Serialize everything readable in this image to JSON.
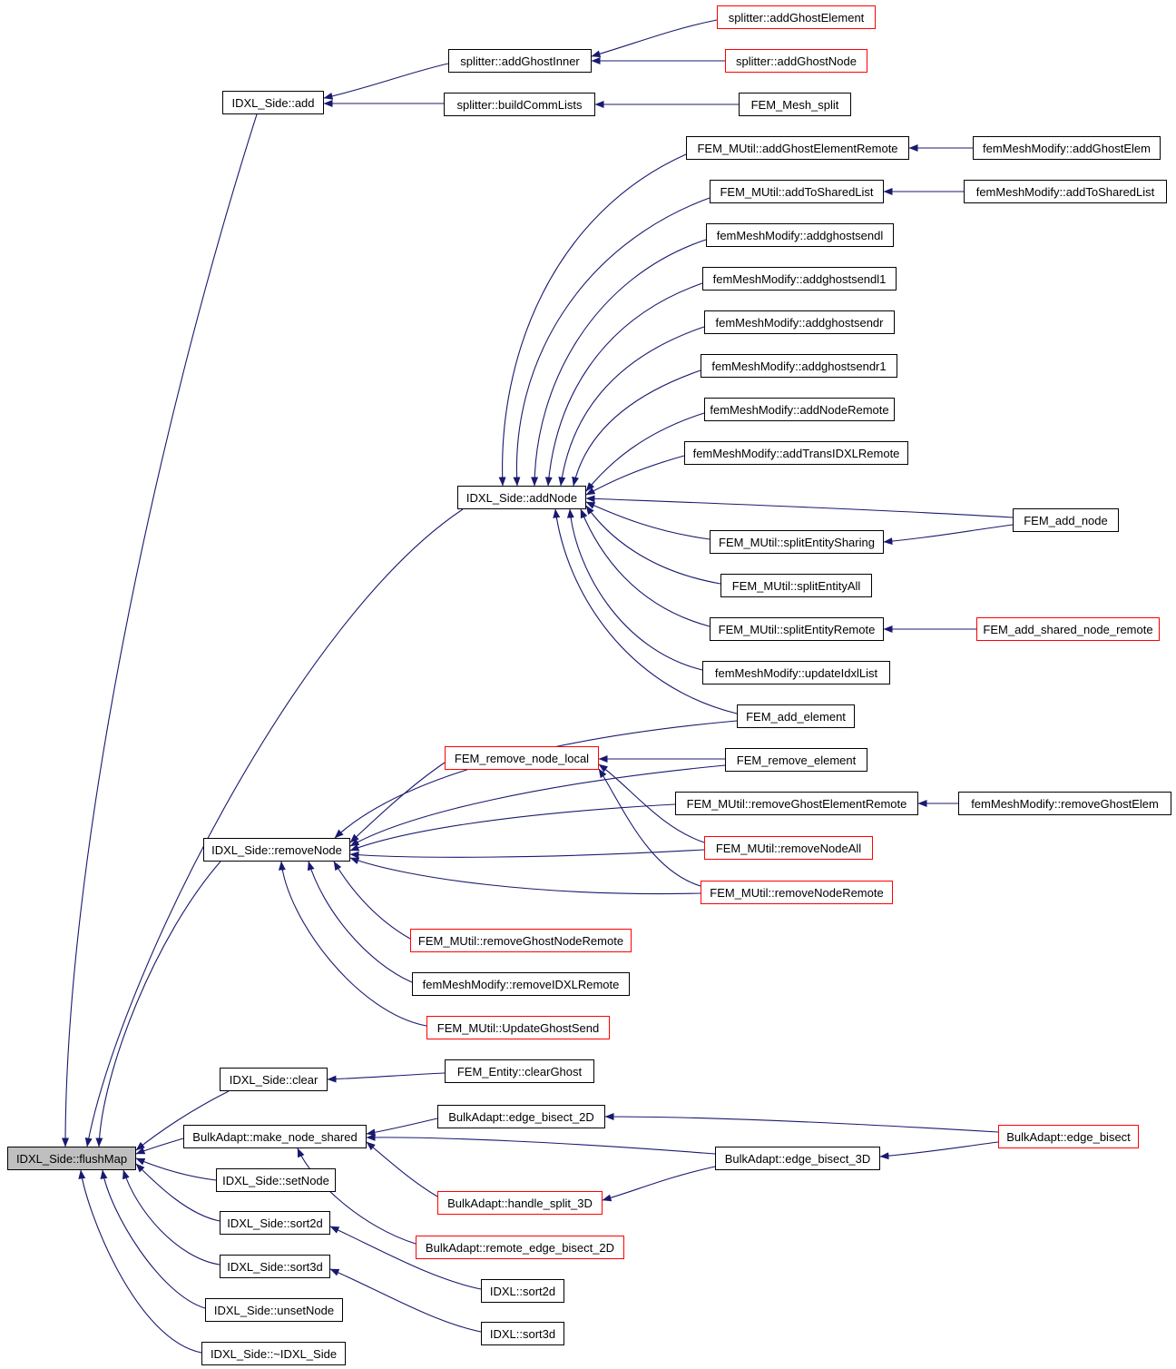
{
  "diagram": {
    "figure_type": "doxygen-caller-graph",
    "main_function": "IDXL_Side::flushMap",
    "edge_color": "#191970",
    "node_fill": "#ffffff",
    "main_node_fill": "#bfbfbf",
    "node_border_color": "#000000",
    "highlight_border_color": "#ff0000",
    "edge_direction": "caller_to_callee"
  },
  "nodes": [
    {
      "label": "IDXL_Side::flushMap",
      "style": "main"
    },
    {
      "label": "IDXL_Side::add",
      "style": "normal"
    },
    {
      "label": "splitter::addGhostInner",
      "style": "normal"
    },
    {
      "label": "splitter::addGhostElement",
      "style": "highlight"
    },
    {
      "label": "splitter::addGhostNode",
      "style": "highlight"
    },
    {
      "label": "splitter::buildCommLists",
      "style": "normal"
    },
    {
      "label": "FEM_Mesh_split",
      "style": "normal"
    },
    {
      "label": "IDXL_Side::addNode",
      "style": "normal"
    },
    {
      "label": "FEM_MUtil::addGhostElementRemote",
      "style": "normal"
    },
    {
      "label": "femMeshModify::addGhostElem",
      "style": "normal"
    },
    {
      "label": "FEM_MUtil::addToSharedList",
      "style": "normal"
    },
    {
      "label": "femMeshModify::addToSharedList",
      "style": "normal"
    },
    {
      "label": "femMeshModify::addghostsendl",
      "style": "normal"
    },
    {
      "label": "femMeshModify::addghostsendl1",
      "style": "normal"
    },
    {
      "label": "femMeshModify::addghostsendr",
      "style": "normal"
    },
    {
      "label": "femMeshModify::addghostsendr1",
      "style": "normal"
    },
    {
      "label": "femMeshModify::addNodeRemote",
      "style": "normal"
    },
    {
      "label": "femMeshModify::addTransIDXLRemote",
      "style": "normal"
    },
    {
      "label": "FEM_add_node",
      "style": "normal"
    },
    {
      "label": "FEM_MUtil::splitEntitySharing",
      "style": "normal"
    },
    {
      "label": "FEM_MUtil::splitEntityAll",
      "style": "normal"
    },
    {
      "label": "FEM_MUtil::splitEntityRemote",
      "style": "normal"
    },
    {
      "label": "FEM_add_shared_node_remote",
      "style": "highlight"
    },
    {
      "label": "femMeshModify::updateIdxlList",
      "style": "normal"
    },
    {
      "label": "FEM_add_element",
      "style": "normal"
    },
    {
      "label": "FEM_remove_node_local",
      "style": "highlight"
    },
    {
      "label": "FEM_remove_element",
      "style": "normal"
    },
    {
      "label": "FEM_MUtil::removeGhostElementRemote",
      "style": "normal"
    },
    {
      "label": "femMeshModify::removeGhostElem",
      "style": "normal"
    },
    {
      "label": "IDXL_Side::removeNode",
      "style": "normal"
    },
    {
      "label": "FEM_MUtil::removeNodeAll",
      "style": "highlight"
    },
    {
      "label": "FEM_MUtil::removeNodeRemote",
      "style": "highlight"
    },
    {
      "label": "FEM_MUtil::removeGhostNodeRemote",
      "style": "highlight"
    },
    {
      "label": "femMeshModify::removeIDXLRemote",
      "style": "normal"
    },
    {
      "label": "FEM_MUtil::UpdateGhostSend",
      "style": "highlight"
    },
    {
      "label": "IDXL_Side::clear",
      "style": "normal"
    },
    {
      "label": "FEM_Entity::clearGhost",
      "style": "normal"
    },
    {
      "label": "BulkAdapt::edge_bisect_2D",
      "style": "normal"
    },
    {
      "label": "BulkAdapt::make_node_shared",
      "style": "normal"
    },
    {
      "label": "BulkAdapt::edge_bisect",
      "style": "highlight"
    },
    {
      "label": "BulkAdapt::edge_bisect_3D",
      "style": "normal"
    },
    {
      "label": "IDXL_Side::setNode",
      "style": "normal"
    },
    {
      "label": "BulkAdapt::handle_split_3D",
      "style": "highlight"
    },
    {
      "label": "IDXL_Side::sort2d",
      "style": "normal"
    },
    {
      "label": "BulkAdapt::remote_edge_bisect_2D",
      "style": "highlight"
    },
    {
      "label": "IDXL_Side::sort3d",
      "style": "normal"
    },
    {
      "label": "IDXL::sort2d",
      "style": "normal"
    },
    {
      "label": "IDXL_Side::unsetNode",
      "style": "normal"
    },
    {
      "label": "IDXL::sort3d",
      "style": "normal"
    },
    {
      "label": "IDXL_Side::~IDXL_Side",
      "style": "normal"
    }
  ],
  "edges": [
    [
      3,
      2
    ],
    [
      4,
      2
    ],
    [
      2,
      1
    ],
    [
      5,
      1
    ],
    [
      6,
      5
    ],
    [
      1,
      0
    ],
    [
      9,
      8
    ],
    [
      8,
      7
    ],
    [
      11,
      10
    ],
    [
      10,
      7
    ],
    [
      12,
      7
    ],
    [
      13,
      7
    ],
    [
      14,
      7
    ],
    [
      15,
      7
    ],
    [
      16,
      7
    ],
    [
      17,
      7
    ],
    [
      18,
      7
    ],
    [
      18,
      19
    ],
    [
      19,
      7
    ],
    [
      20,
      7
    ],
    [
      21,
      7
    ],
    [
      22,
      21
    ],
    [
      23,
      7
    ],
    [
      24,
      7
    ],
    [
      24,
      29
    ],
    [
      25,
      29
    ],
    [
      26,
      25
    ],
    [
      26,
      29
    ],
    [
      27,
      29
    ],
    [
      28,
      27
    ],
    [
      30,
      25
    ],
    [
      30,
      29
    ],
    [
      31,
      25
    ],
    [
      31,
      29
    ],
    [
      32,
      29
    ],
    [
      33,
      29
    ],
    [
      34,
      29
    ],
    [
      36,
      35
    ],
    [
      35,
      0
    ],
    [
      37,
      38
    ],
    [
      39,
      37
    ],
    [
      39,
      40
    ],
    [
      40,
      38
    ],
    [
      40,
      42
    ],
    [
      42,
      38
    ],
    [
      44,
      38
    ],
    [
      38,
      0
    ],
    [
      41,
      0
    ],
    [
      43,
      0
    ],
    [
      45,
      0
    ],
    [
      47,
      0
    ],
    [
      49,
      0
    ],
    [
      46,
      43
    ],
    [
      48,
      45
    ],
    [
      7,
      0
    ],
    [
      29,
      0
    ]
  ]
}
